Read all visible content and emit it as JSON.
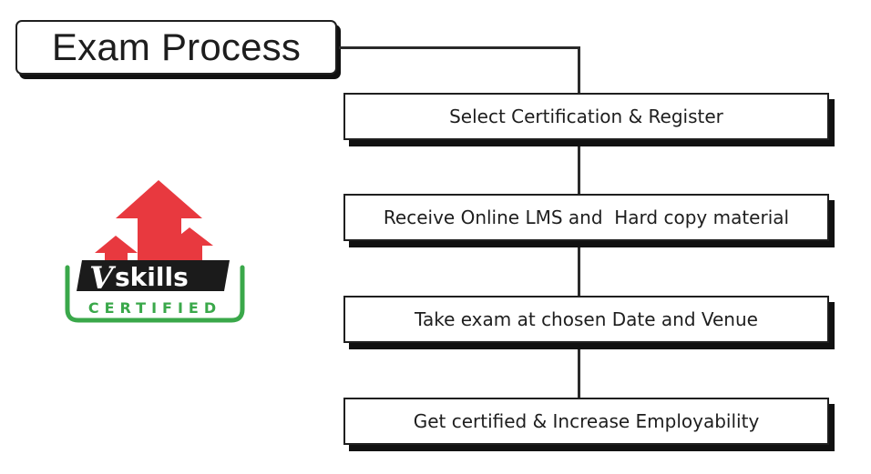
{
  "title": "Exam Process",
  "steps": [
    {
      "label": "Select Certification & Register"
    },
    {
      "label": "Receive Online LMS and  Hard copy material"
    },
    {
      "label": "Take exam at chosen Date and Venue"
    },
    {
      "label": "Get certified & Increase Employability"
    }
  ],
  "logo": {
    "brand_v": "V",
    "brand_rest": "skills",
    "tagline": "CERTIFIED",
    "arrow_color": "#e8393f",
    "badge_color": "#1b1b1b",
    "frame_color": "#3aa84a",
    "tagline_color": "#3aa84a"
  },
  "colors": {
    "line": "#2a2a2a",
    "box_border": "#1f1f1f",
    "box_shadow": "#111111"
  }
}
